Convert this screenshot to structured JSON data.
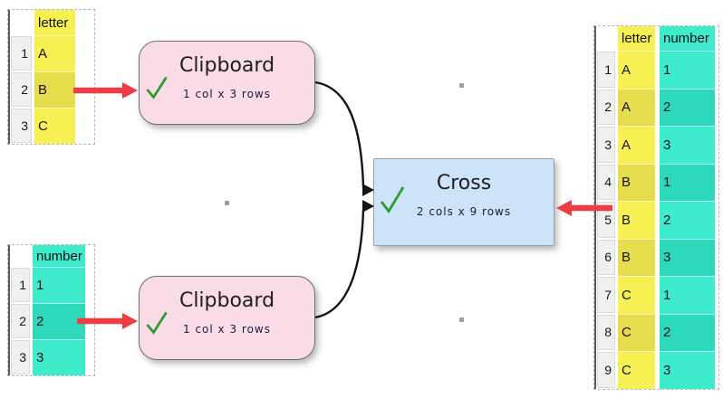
{
  "colors": {
    "yellow_light": "#f7f052",
    "yellow_dark": "#e5dd4b",
    "teal_light": "#3eeccb",
    "teal_dark": "#2dd9ba",
    "node_pink": "#fadce9",
    "node_blue": "#cde3f7",
    "arrow_red": "#ee3c44",
    "check_green": "#2e9b2e"
  },
  "nodes": {
    "clipboard_top": {
      "title": "Clipboard",
      "subtitle": "1 col x 3 rows",
      "status_icon": "checkmark-icon"
    },
    "clipboard_bottom": {
      "title": "Clipboard",
      "subtitle": "1 col x 3 rows",
      "status_icon": "checkmark-icon"
    },
    "cross": {
      "title": "Cross",
      "subtitle": "2 cols x 9 rows",
      "status_icon": "checkmark-icon"
    }
  },
  "tables": {
    "letter_input": {
      "columns": [
        {
          "header": "letter",
          "palette": "yellow"
        }
      ],
      "row_numbers": [
        "1",
        "2",
        "3"
      ],
      "rows": [
        [
          "A"
        ],
        [
          "B"
        ],
        [
          "C"
        ]
      ]
    },
    "number_input": {
      "columns": [
        {
          "header": "number",
          "palette": "teal"
        }
      ],
      "row_numbers": [
        "1",
        "2",
        "3"
      ],
      "rows": [
        [
          "1"
        ],
        [
          "2"
        ],
        [
          "3"
        ]
      ]
    },
    "cross_output": {
      "columns": [
        {
          "header": "letter",
          "palette": "yellow"
        },
        {
          "header": "number",
          "palette": "teal"
        }
      ],
      "row_numbers": [
        "1",
        "2",
        "3",
        "4",
        "5",
        "6",
        "7",
        "8",
        "9"
      ],
      "rows": [
        [
          "A",
          "1"
        ],
        [
          "A",
          "2"
        ],
        [
          "A",
          "3"
        ],
        [
          "B",
          "1"
        ],
        [
          "B",
          "2"
        ],
        [
          "B",
          "3"
        ],
        [
          "C",
          "1"
        ],
        [
          "C",
          "2"
        ],
        [
          "C",
          "3"
        ]
      ]
    }
  }
}
